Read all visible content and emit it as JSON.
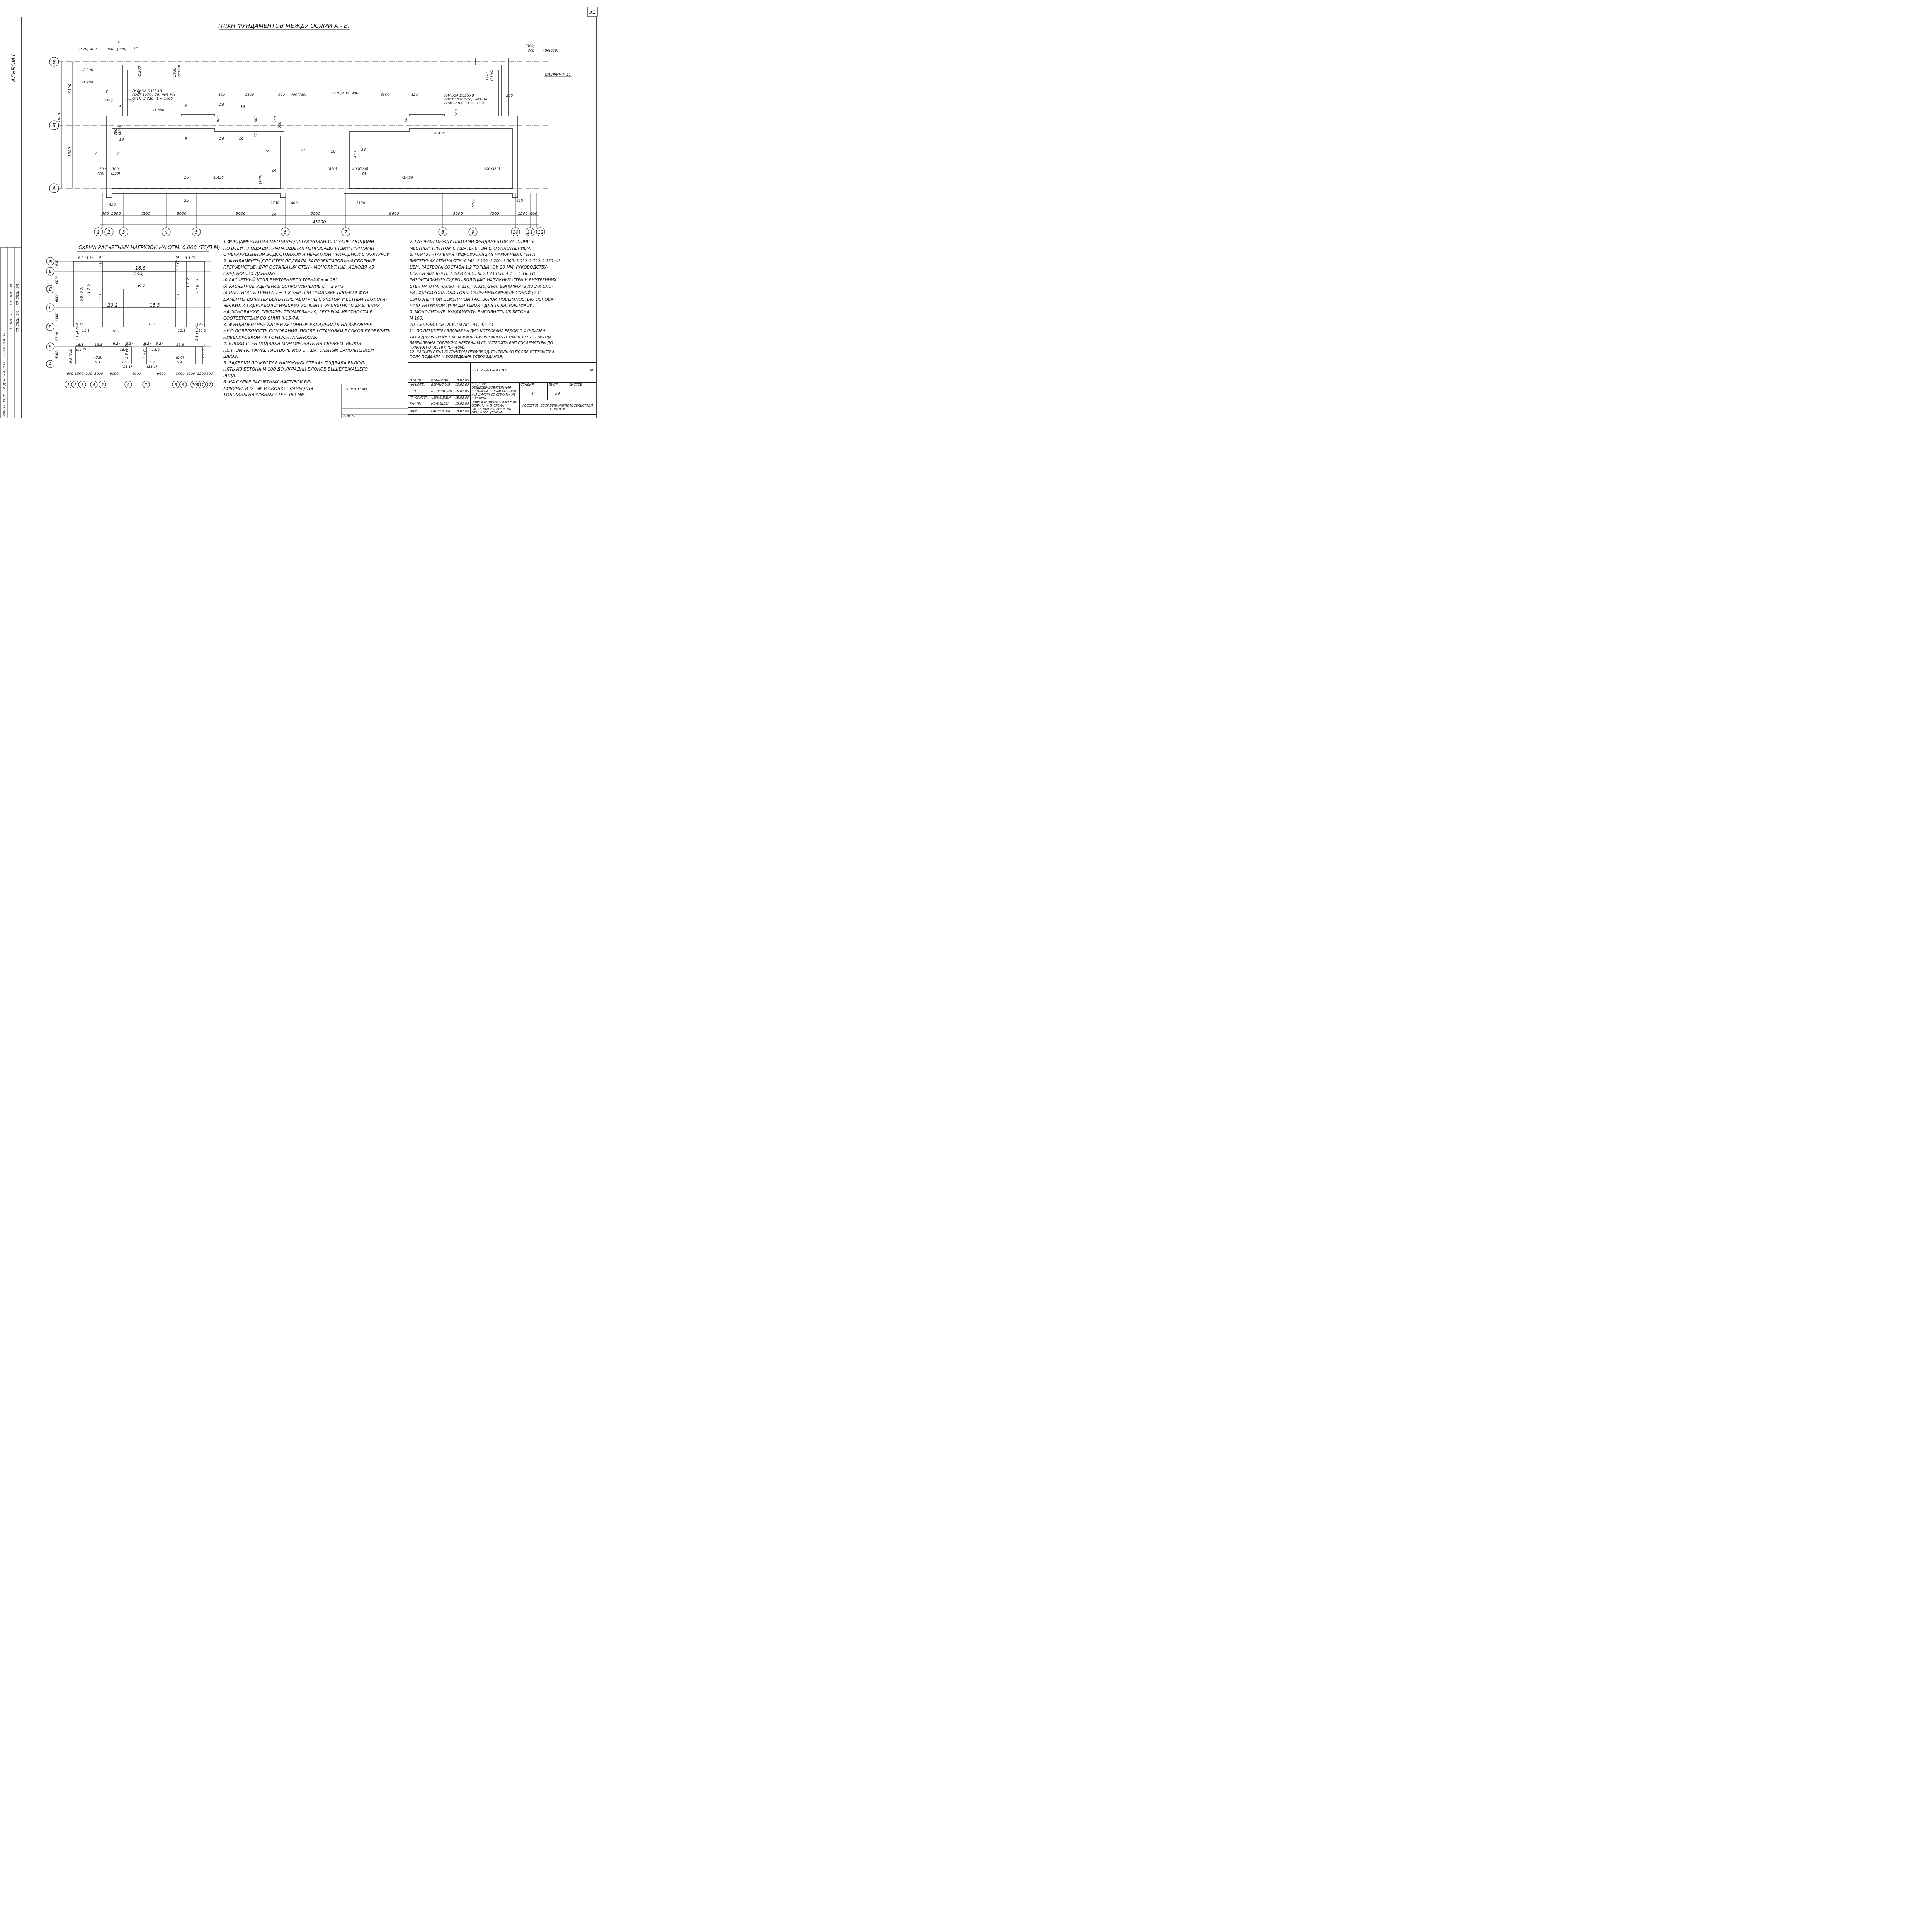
{
  "sheet": {
    "page_number": "51",
    "album": "АЛЬБОМ I",
    "title": "ПЛАН ФУНДАМЕНТОВ МЕЖДУ ОСЯМИ А - В.",
    "scheme_title": "СХЕМА РАСЧЕТНЫХ НАГРУЗОК НА ОТМ. 0.000 (ТС/П.М)"
  },
  "plan": {
    "row_axes": [
      "В",
      "Б",
      "А"
    ],
    "column_axes": [
      "1",
      "2",
      "3",
      "4",
      "5",
      "6",
      "7",
      "8",
      "9",
      "10",
      "11",
      "12"
    ],
    "bottom_dimensions": [
      "600",
      "1500",
      "4200",
      "3000",
      "9000",
      "6000",
      "9600",
      "3000",
      "4200",
      "1500",
      "600"
    ],
    "overall_dimension": "43200",
    "left_dimensions": [
      "6300",
      "6300",
      "12600"
    ],
    "top_left_dims": [
      "(520)",
      "400",
      "300",
      "(380)",
      "10",
      "11"
    ],
    "top_right_dims": [
      "(380)",
      "300",
      "400(520)"
    ],
    "left_span": [
      "820",
      "5300",
      "900",
      "400(420)"
    ],
    "right_span": [
      "(420)",
      "400",
      "900",
      "5300",
      "820"
    ],
    "elevations": [
      "-2.300",
      "-1.700",
      "-2.200",
      "-1.450",
      "-1.450",
      "-1.450",
      "-1.450",
      "-1.450"
    ],
    "sleeve_left": [
      "ГИЛЬЗА Ø325×9",
      "ГОСТ 10704-76, НИЗ НА",
      "ОТМ. -2.320 ; L = 1000"
    ],
    "sleeve_right": [
      "ГИЛЬЗА Ø325×9",
      "ГОСТ 10704-76, НИЗ НА",
      "ОТМ -2.030 ; L = 1000"
    ],
    "note_ref": "СМ.ПРИМ.П.11",
    "section_marks": [
      "7",
      "7",
      "8",
      "8",
      "9",
      "9",
      "16",
      "16",
      "19",
      "19",
      "21",
      "21",
      "24",
      "24",
      "25",
      "25",
      "27",
      "28",
      "28",
      "29",
      "29"
    ],
    "misc_dims": [
      "200",
      "300",
      "(70)",
      "(330)",
      "450",
      "2750",
      "400",
      "(420)",
      "2150",
      "400(280)",
      "650",
      "500",
      "2550",
      "(2190)",
      "3520",
      "(3190)",
      "(100)",
      "(250)",
      "200",
      "(480)",
      "(520)",
      "300",
      "(380)",
      "24",
      "700",
      "800",
      "950",
      "570",
      "500",
      "960",
      "390",
      "(400)"
    ]
  },
  "scheme": {
    "row_axes": [
      "Ж",
      "Е",
      "Д",
      "Г",
      "В",
      "Б",
      "А"
    ],
    "row_dims": [
      "2600",
      "6000",
      "6000",
      "6400",
      "6300",
      "6300"
    ],
    "col_axes": [
      "1",
      "2",
      "3",
      "4",
      "5",
      "6",
      "7",
      "8",
      "9",
      "10",
      "11",
      "12"
    ],
    "bottom_dims": [
      "600",
      "1500",
      "4200",
      "3000",
      "9000",
      "6000",
      "9600",
      "3000",
      "4200",
      "1500",
      "600"
    ],
    "loads": [
      "6.5 (5.1)",
      "6.5 (5.1)",
      "9.1 (7.0)",
      "9.1 (7.0)",
      "16.8",
      "(15.4)",
      "6.2",
      "20.2",
      "18.3",
      "12.2",
      "12.2",
      "8.3",
      "8.3",
      "5.9 (6.3)",
      "9.9 (8.3)",
      "(9.1)",
      "(9.1)",
      "16.1",
      "10.3",
      "11.1",
      "11.1",
      "10.6",
      "5.1 (4.0)",
      "5.1 (4.0)",
      "18.1",
      "(14.7)",
      "15.8",
      "6.2т",
      "6.2т",
      "18.9",
      "15.8",
      "6.2т",
      "6.2т",
      "18.9",
      "9.4",
      "(8.8)",
      "11.9",
      "5.9 (9.2)",
      "9.9 (9.2)",
      "(8.8)",
      "9.4",
      "11.9",
      "(11.1)",
      "(11.1)",
      "6.5 (5.1)",
      "6.5 (5.1)"
    ]
  },
  "notes_left": [
    "1 ФУНДАМЕНТЫ РАЗРАБОТАНЫ ДЛЯ ОСНОВАНИЯ С ЗАЛЕГАЮЩИМИ",
    "ПО ВСЕЙ ПЛОЩАДИ ПЛАНА ЗДАНИЯ НЕПРОСАДОЧНЫМИ ГРУНТАМИ",
    "С НЕНАРУШЕННОЙ ВОДОСТОЙКОЙ И НЕРЫХЛОЙ ПРИРОДНОЙ СТРУКТУРОЙ",
    "2. ФУНДАМЕНТЫ ДЛЯ СТЕН ПОДВАЛА ЗАПРОЕКТИРОВАНЫ СБОРНЫЕ",
    "ПРЕРЫВИСТЫЕ, ДЛЯ ОСТАЛЬНЫХ СТЕН - МОНОЛИТНЫЕ, ИСХОДЯ ИЗ",
    "СЛЕДУЮЩИХ ДАННЫХ:",
    "а) РАСЧЕТНЫЙ УГОЛ ВНУТРЕННЕГО ТРЕНИЯ φ = 28°;",
    "б) РАСЧЕТНОЕ УДЕЛЬНОЕ СОПРОТИВЛЕНИЕ С = 2 кПа;",
    "в) ПЛОТНОСТЬ ГРУНТА γ = 1.8 т/м³ ПРИ ПРИВЯЗКЕ ПРОЕКТА ФУН-",
    "ДАМЕНТЫ ДОЛЖНЫ БЫТЬ ПЕРЕРАБОТАНЫ С УЧЕТОМ МЕСТНЫХ ГЕОЛОГИ-",
    "ЧЕСКИХ И ГИДРОГЕОЛОГИЧЕСКИХ УСЛОВИЙ, РАСЧЕТНОГО ДАВЛЕНИЯ",
    "НА ОСНОВАНИЕ, ГЛУБИНЫ ПРОМЕРЗАНИЯ, РЕЛЬЕФА МЕСТНОСТИ В",
    "СООТВЕТСТВИИ СО СНИП II-15-74.",
    "3. ФУНДАМЕНТНЫЕ БЛОКИ БЕТОННЫЕ УКЛАДЫВАТЬ НА ВЫРОВНЕН-",
    "НУЮ ПОВЕРХНОСТЬ ОСНОВАНИЯ. ПОСЛЕ УСТАНОВКИ БЛОКОВ ПРОВЕРИТЬ",
    "НИВЕЛИРОВКОЙ ИХ ГОРИЗОНТАЛЬНОСТЬ.",
    "4. БЛОКИ СТЕН ПОДВАЛА МОНТИРОВАТЬ НА СВЕЖЕМ, ВЫРОВ-",
    "НЕННОМ ПО РАМКЕ РАСТВОРЕ М50 С ТЩАТЕЛЬНЫМ ЗАПОЛНЕНИЕМ",
    "ШВОВ.",
    "5. ЗАДЕЛКИ ПО МЕСТУ В НАРУЖНЫХ СТЕНАХ ПОДВАЛА ВЫПОЛ-",
    "НЯТЬ ИЗ БЕТОНА М 100 ДО УКЛАДКИ БЛОКОВ ВЫШЕЛЕЖАЩЕГО",
    "РЯДА.",
    "6. НА СХЕМЕ РАСЧЕТНЫХ НАГРУЗОК ВЕ-",
    "ЛИЧИНЫ, ВЗЯТЫЕ В СКОБКИ, ДАНЫ ДЛЯ",
    "ТОЛЩИНЫ НАРУЖНЫХ СТЕН 380 ММ."
  ],
  "notes_right": [
    "7. РАЗРЫВЫ МЕЖДУ ПЛИТАМИ ФУНДАМЕНТОВ ЗАПОЛНЯТЬ",
    "МЕСТНЫМ ГРУНТОМ С ТЩАТЕЛЬНЫМ ЕГО УПЛОТНЕНИЕМ.",
    "8. ГОРИЗОНТАЛЬНАЯ ГИДРОИЗОЛЯЦИЯ НАРУЖНЫХ СТЕН И",
    "ВНУТРЕННИХ СТЕН НА ОТМ.-0.960;-2.150;-3.200;-3.500;-3.050;-2.700;-2.150 -ИЗ",
    "ЦЕМ. РАСТВОРА СОСТАВА 1:2 ТОЛЩИНОЙ 20 ММ, РУКОВОДСТВУ-",
    "ЯСЬ СН 301-65* П. 1.10 И СНИП III-20-74 П.П. 4.1 ÷ 4.16. ГО-",
    "РИЗОНТАЛЬНУЮ ГИДРОИЗОЛЯЦИЮ НАРУЖНЫХ СТЕН И ВНУТРЕННИХ",
    "СТЕН НА ОТМ. -0.080; -0.210; -0.320;-2600 ВЫПОЛНЯТЬ ИЗ 2-Х СЛО-",
    "ЕВ ГИДРОИЗОЛА ИЛИ ТОЛЯ, СКЛЕЕННЫХ МЕЖДУ СОБОЙ (И С",
    "ВЫРОВНЕННОЙ ЦЕМЕНТНЫМ РАСТВОРОМ ПОВЕРХНОСТЬЮ ОСНОВА-",
    "НИЯ) БИТУМНОЙ (ИЛИ ДЕГТЕВОЙ - ДЛЯ ТОЛЯ) МАСТИКОЙ.",
    "9. МОНОЛИТНЫЕ ФУНДАМЕНТЫ ВЫПОЛНЯТЬ ИЗ БЕТОНА",
    "М 100.",
    "10. СЕЧЕНИЯ СМ. ЛИСТЫ АС - 41, 42, 44.",
    "11. ПО ПЕРИМЕТРУ ЗДАНИЯ НА ДНО КОТЛОВАНА РЯДОМ С ФУНДАМЕН-",
    "ТАМИ ДЛЯ УСТРОЙСТВА ЗАЗЕМЛЕНИЯ УЛОЖИТЬ Ø 10АI В МЕСТЕ ВЫВОДА",
    "ЗАЗЕМЛЕНИЯ СОГЛАСНО ЧЕРТЕЖАМ СУ, УСТРОИТЬ ВЫПУСК АРМАТУРЫ ДО",
    "НУЖНОЙ ОТМЕТКИ (L= 40М).",
    "12. ЗАСЫПКУ ПАЗУХ ГРУНТОМ ПРОИЗВОДИТЬ ТОЛЬКО ПОСЛЕ УСТРОЙСТВА",
    "ПОЛА ПОДВАЛА И ВОЗВЕДЕНИЯ ВСЕГО ЗДАНИЯ."
  ],
  "privyazan": {
    "label": "ПРИВЯЗАН",
    "inv": "ИНВ. №"
  },
  "stamp": {
    "code": "Т.П. 224-1-447.85",
    "mark": "АС",
    "people": [
      {
        "role": "Н.КОНТР.",
        "name": "БУХАРИНА",
        "date": "15.02.85"
      },
      {
        "role": "НАЧ.ОТД.",
        "name": "БЕГАНСКАЯ",
        "date": "10.02.85"
      },
      {
        "role": "ГИП",
        "name": "ШЕЛЕВИЛИН",
        "date": "10.02.85"
      },
      {
        "role": "ГЛ.КОНСТР.",
        "name": "ЧЕРНЕЦКИЙ",
        "date": "15.02.85"
      },
      {
        "role": "РУК.ГР.",
        "name": "КОЛУШЕВА",
        "date": "15.02.85"
      },
      {
        "role": "ИНЖ.",
        "name": "ГАДЛЕВСКАЯ",
        "date": "15.02.85"
      }
    ],
    "project": "СРЕДНЯЯ ОБЩЕОБРАЗОВАТЕЛЬНАЯ ШКОЛА НА 11 КЛАССОВ (198 УЧАЩИХСЯ) СО СТЕНАМИ ИЗ КИРПИЧА",
    "stage_label": "СТАДИЯ",
    "sheet_label": "ЛИСТ",
    "sheets_label": "ЛИСТОВ",
    "stage": "Р",
    "sheet": "39",
    "sheet_title": "ПЛАН ФУНДАМЕНТОВ МЕЖДУ ОСЯМИ А ÷ В. СХЕМА РАСЧЕТНЫХ НАГРУЗОК НА ОТМ. 0.000. (ТС/П.М)",
    "org": "ГОССТРОЙ БССР БЕЛНИИГИПРОСЕЛЬСТРОЙ г. МИНСК"
  },
  "side_stamp": [
    "ИНВ. № ПОДЛ.",
    "ПОДПИСЬ И ДАТА",
    "ВЗАМ. ИНВ. №",
    "ГЛ. СПЕЦ. АС",
    "ГЛ. СПЕЦ. ОВ",
    "ГЛ. СПЕЦ. ВК",
    "ГЛ. СПЕЦ. ЭЛ"
  ]
}
